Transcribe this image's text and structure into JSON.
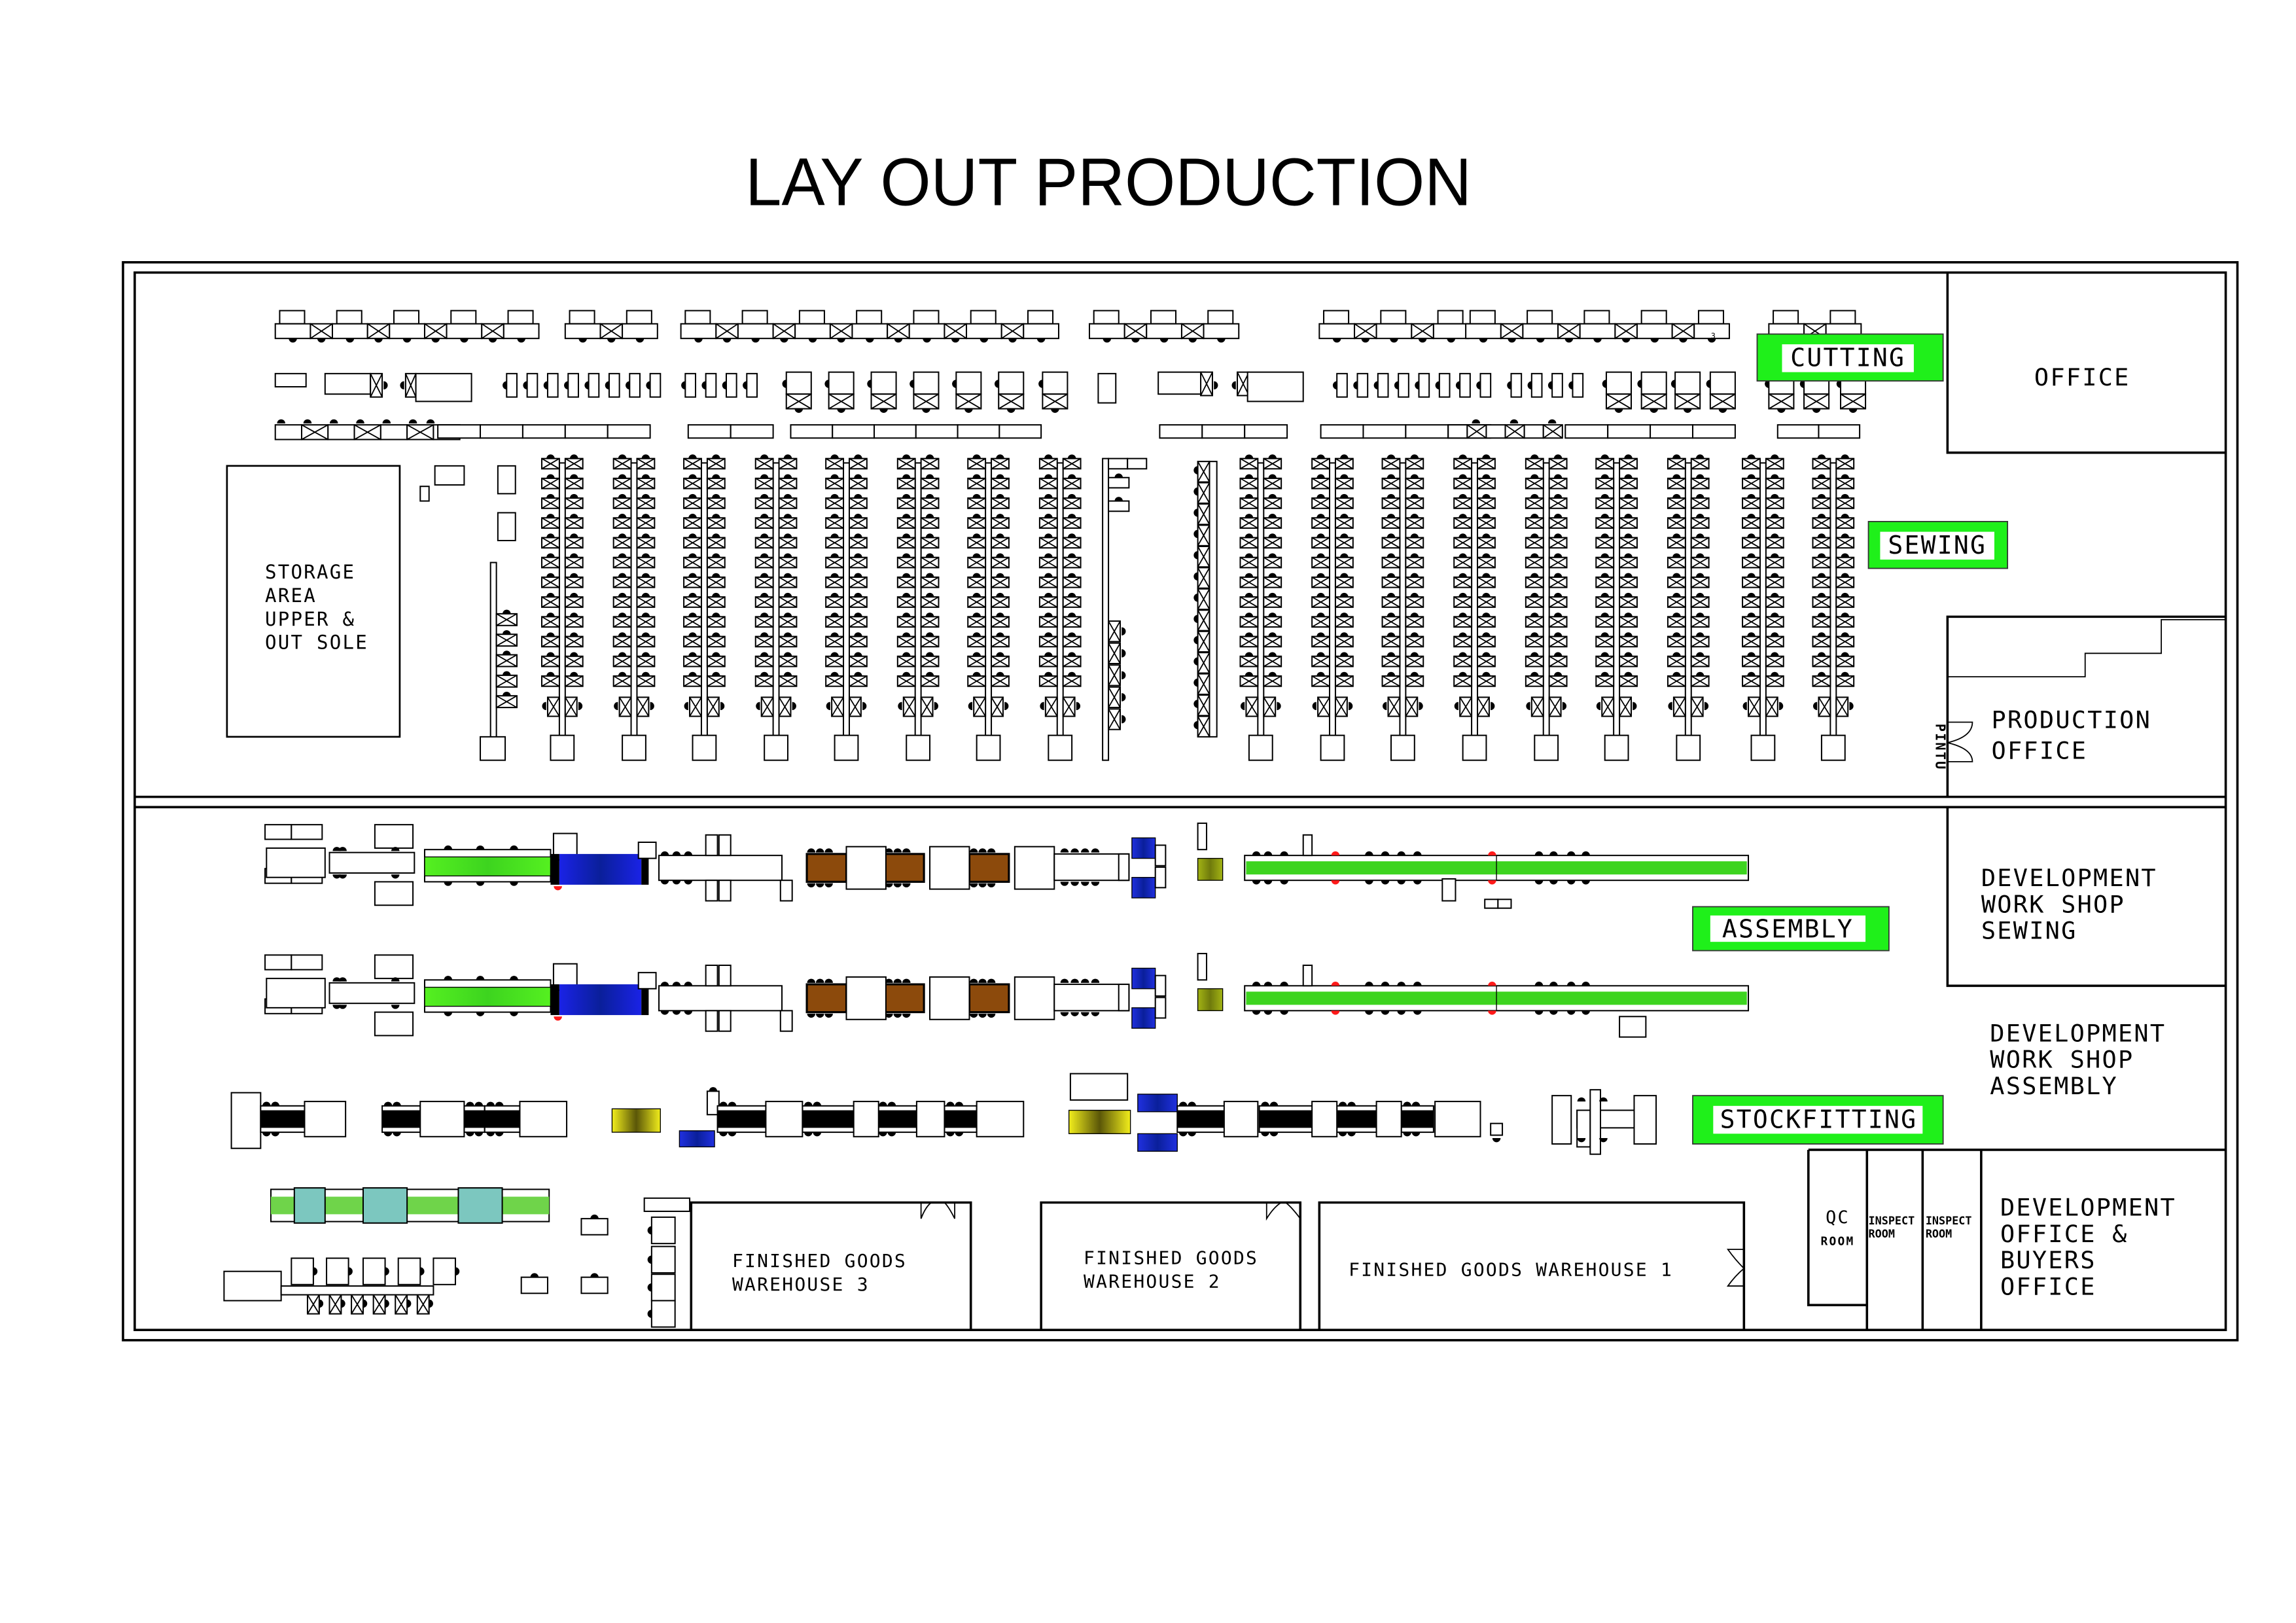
{
  "title": "LAY OUT PRODUCTION",
  "colors": {
    "zone_tag": "#1ff01a",
    "conveyor_green": "#3dd41f",
    "conveyor_blue": "#1a22e6",
    "conveyor_brown": "#8c4a0c",
    "conveyor_olive": "#a3b414",
    "conveyor_yellow": "#c9c414",
    "conveyor_black": "#000000",
    "teal_block": "#7cc7bf",
    "light_green": "#6fd44a",
    "red_operator": "#ff1a1a",
    "dark_blue": "#0a1f9a"
  },
  "zones": {
    "cutting": "CUTTING",
    "sewing": "SEWING",
    "assembly": "ASSEMBLY",
    "stockfitting": "STOCKFITTING"
  },
  "rooms": {
    "office": "OFFICE",
    "production_office": [
      "PRODUCTION",
      "OFFICE"
    ],
    "door_label": "PINTU",
    "dev_workshop_sewing": [
      "DEVELOPMENT",
      "WORK SHOP",
      "SEWING"
    ],
    "dev_workshop_assembly": [
      "DEVELOPMENT",
      "WORK SHOP",
      "ASSEMBLY"
    ],
    "qc_room": [
      "QC",
      "ROOM"
    ],
    "inspect_room_1": [
      "INSPECT",
      "ROOM"
    ],
    "inspect_room_2": [
      "INSPECT",
      "ROOM"
    ],
    "dev_office_buyers": [
      "DEVELOPMENT",
      "OFFICE &",
      "BUYERS",
      "OFFICE"
    ],
    "storage": [
      "STORAGE",
      "AREA",
      "UPPER &",
      "OUT SOLE"
    ],
    "warehouse_3": [
      "FINISHED GOODS",
      "WAREHOUSE 3"
    ],
    "warehouse_2": [
      "FINISHED GOODS",
      "WAREHOUSE 2"
    ],
    "warehouse_1": "FINISHED GOODS WAREHOUSE 1"
  },
  "machine_number_label": "3",
  "sewing_lines": {
    "left_group_count": 8,
    "right_group_count": 9,
    "stations_per_line": 12
  }
}
